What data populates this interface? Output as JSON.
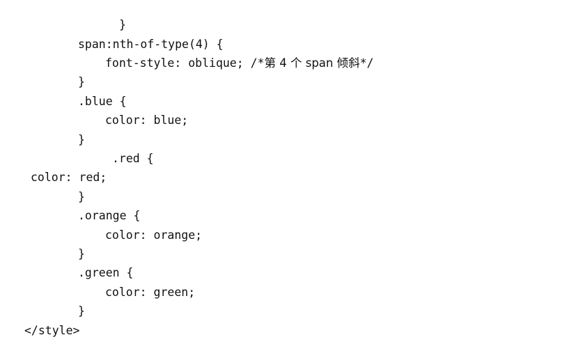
{
  "code_lines": [
    "}",
    "span:nth-of-type(4) {",
    "font-style: oblique; /*",
    "}",
    ".blue {",
    "color: blue;",
    "}",
    ".red {",
    "color: red;",
    "}",
    ".orange {",
    "color: orange;",
    "}",
    ".green {",
    "color: green;",
    "}",
    "</style>"
  ],
  "comment_text": "第 4 个 span 倾斜",
  "comment_close": "*/"
}
